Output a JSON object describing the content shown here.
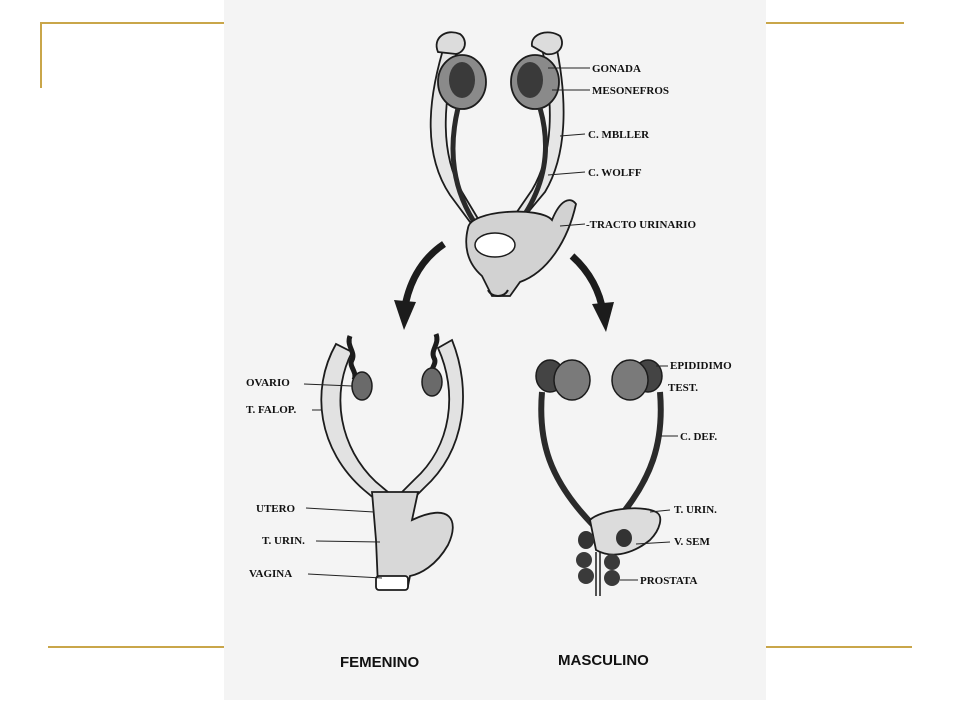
{
  "slide": {
    "accent_color": "#c9a64a",
    "figure_background": "#f4f4f4"
  },
  "diagram": {
    "top": {
      "labels": {
        "gonada": "GONADA",
        "mesonefros": "MESONEFROS",
        "c_muller": "C. MBLLER",
        "c_wolff": "C. WOLFF",
        "tracto_urinario": "-TRACTO URINARIO"
      }
    },
    "female": {
      "labels": {
        "ovario": "OVARIO",
        "t_falop": "T. FALOP.",
        "utero": "UTERO",
        "t_urin": "T. URIN.",
        "vagina": "VAGINA"
      },
      "caption": "FEMENINO"
    },
    "male": {
      "labels": {
        "epididimo": "EPIDIDIMO",
        "test": "TEST.",
        "c_def": "C. DEF.",
        "t_urin": "T. URIN.",
        "v_sem": "V. SEM",
        "prostata": "PROSTATA"
      },
      "caption": "MASCULINO"
    }
  }
}
